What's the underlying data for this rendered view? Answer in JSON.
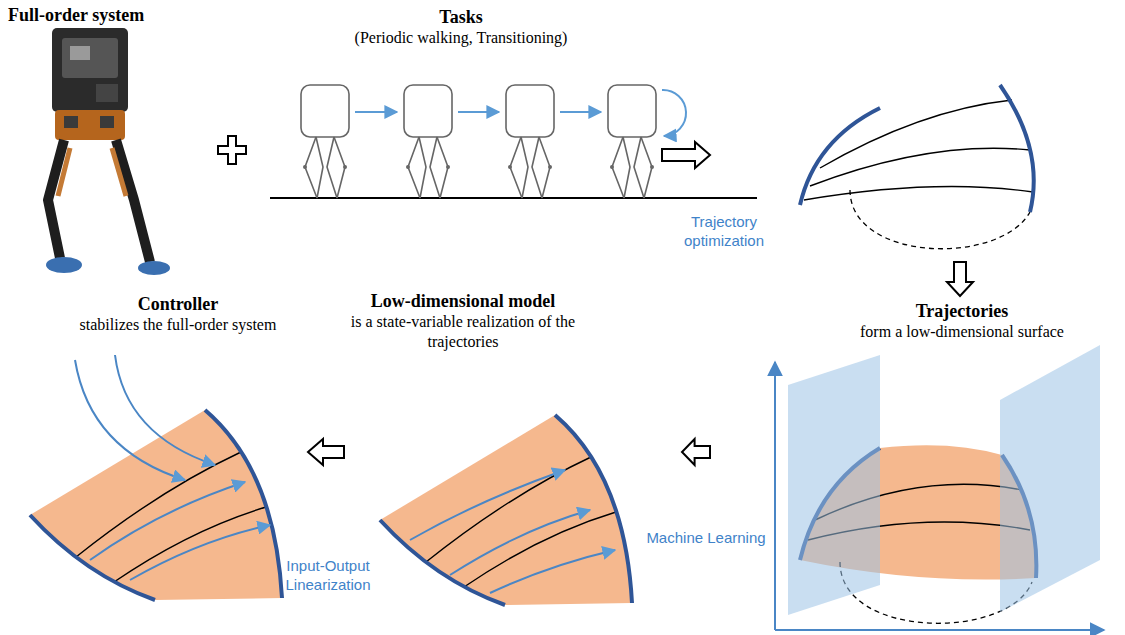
{
  "diagram": {
    "nodes": [
      {
        "text": [
          "Full-order system"
        ]
      },
      {
        "text": [
          "Tasks",
          "(Periodic walking, Transitioning)"
        ]
      },
      {
        "text": [
          "Trajectories",
          "form a low-dimensional surface"
        ]
      },
      {
        "text": [
          "Low-dimensional model",
          "is a state-variable realization of the trajectories"
        ]
      },
      {
        "text": [
          "Controller",
          "stabilizes the full-order system"
        ]
      }
    ],
    "edges": [
      {
        "from": 1,
        "to": 2,
        "arrow": "to",
        "label": "Trajectory optimization"
      },
      {
        "from": 2,
        "to": 3,
        "arrow": "to",
        "label": "Machine Learning"
      },
      {
        "from": 3,
        "to": 4,
        "arrow": "to",
        "label": "Input-Output Linearization"
      }
    ]
  }
}
